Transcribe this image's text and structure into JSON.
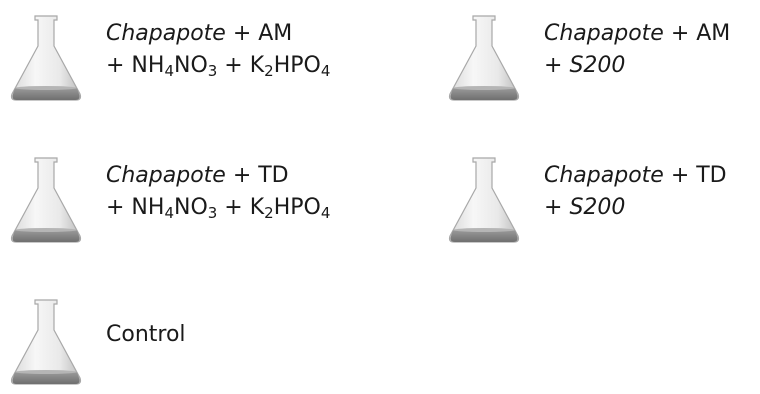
{
  "items": [
    {
      "line1_italic": "Chapapote",
      "line1_rest": " + AM",
      "line2": {
        "p1": "+ NH",
        "s1": "4",
        "p2": "NO",
        "s2": "3",
        "p3": " + K",
        "s3": "2",
        "p4": "HPO",
        "s4": "4"
      }
    },
    {
      "line1_italic": "Chapapote",
      "line1_rest": " + AM",
      "line2_prefix": "+ ",
      "line2_italic": "S200"
    },
    {
      "line1_italic": "Chapapote",
      "line1_rest": " + TD",
      "line2": {
        "p1": "+ NH",
        "s1": "4",
        "p2": "NO",
        "s2": "3",
        "p3": " + K",
        "s3": "2",
        "p4": "HPO",
        "s4": "4"
      }
    },
    {
      "line1_italic": "Chapapote",
      "line1_rest": " + TD",
      "line2_prefix": "+ ",
      "line2_italic": "S200"
    },
    {
      "label": "Control"
    }
  ]
}
